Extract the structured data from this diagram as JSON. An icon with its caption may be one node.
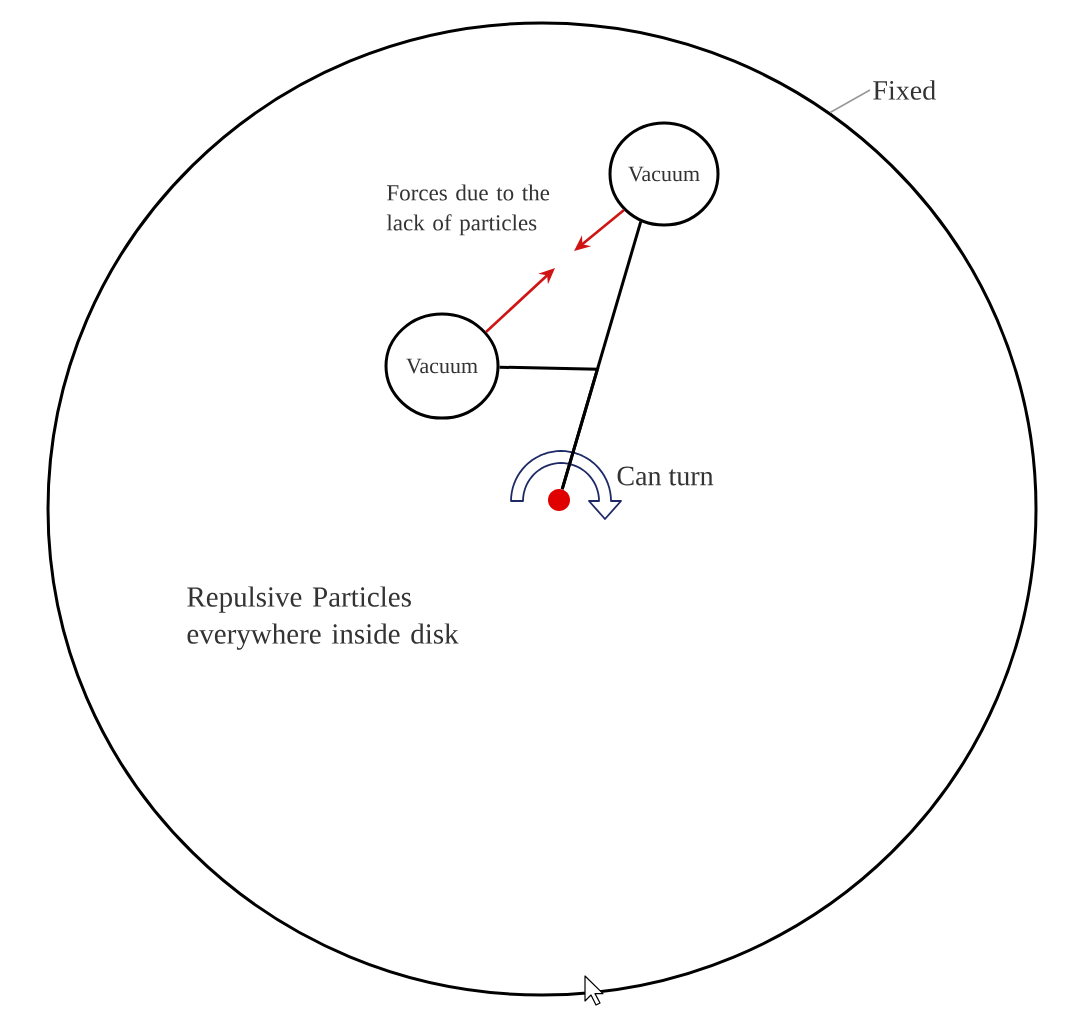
{
  "diagram": {
    "nodes": [
      {
        "text": [
          "Repulsive Particles everywhere inside disk"
        ]
      },
      {
        "text": [
          "Fixed"
        ]
      },
      {
        "text": [
          "Vacuum"
        ],
        "in": 0
      },
      {
        "text": [
          "Vacuum"
        ],
        "in": 0
      },
      {
        "text": [],
        "shape": "circle",
        "in": 0,
        "beside": [
          "Can turn"
        ]
      }
    ],
    "edges": [
      {
        "from": 1,
        "to": 0,
        "arrow": "none",
        "color": "#999999"
      },
      {
        "from": 2,
        "to": 4,
        "arrow": "none"
      },
      {
        "from": 3,
        "to": 4,
        "arrow": "none"
      }
    ],
    "labels": [
      "Forces due to the lack of particles"
    ]
  }
}
